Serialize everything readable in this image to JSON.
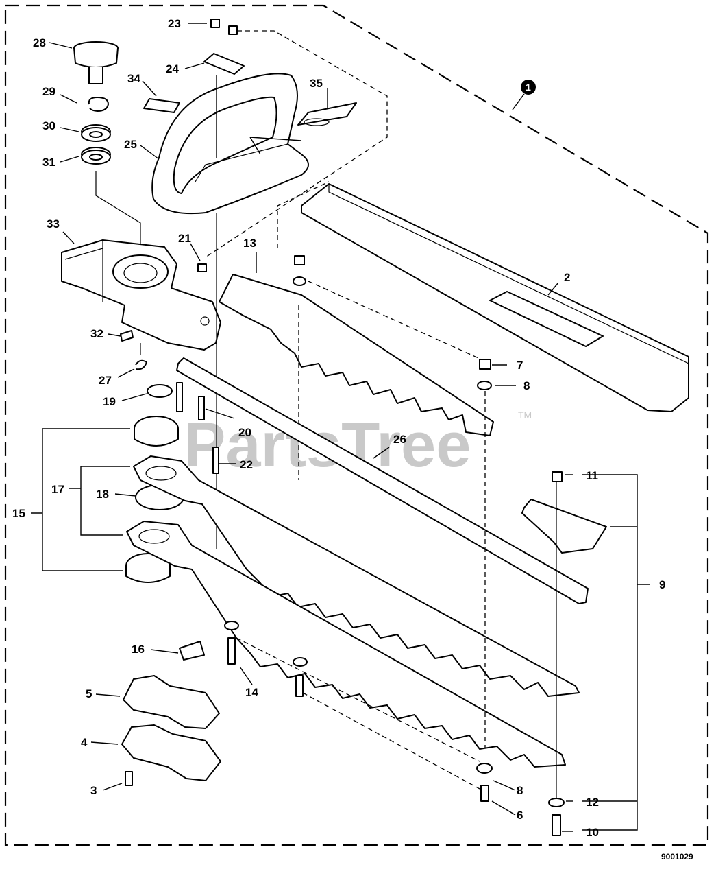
{
  "assembly_badge": "1",
  "watermark": "PartsTree",
  "watermark_tm": "TM",
  "drawing_number": "9001029",
  "labels": {
    "p2": "2",
    "p3": "3",
    "p4": "4",
    "p5": "5",
    "p6": "6",
    "p7": "7",
    "p8a": "8",
    "p8b": "8",
    "p9": "9",
    "p10": "10",
    "p11": "11",
    "p12": "12",
    "p13": "13",
    "p14": "14",
    "p15": "15",
    "p16": "16",
    "p17": "17",
    "p18": "18",
    "p19": "19",
    "p20": "20",
    "p21": "21",
    "p22": "22",
    "p23": "23",
    "p24": "24",
    "p25": "25",
    "p26": "26",
    "p27": "27",
    "p28": "28",
    "p29": "29",
    "p30": "30",
    "p31": "31",
    "p32": "32",
    "p33": "33",
    "p34": "34",
    "p35": "35"
  },
  "colors": {
    "line": "#000000",
    "watermark": "#c9c9c9",
    "background": "#ffffff"
  }
}
